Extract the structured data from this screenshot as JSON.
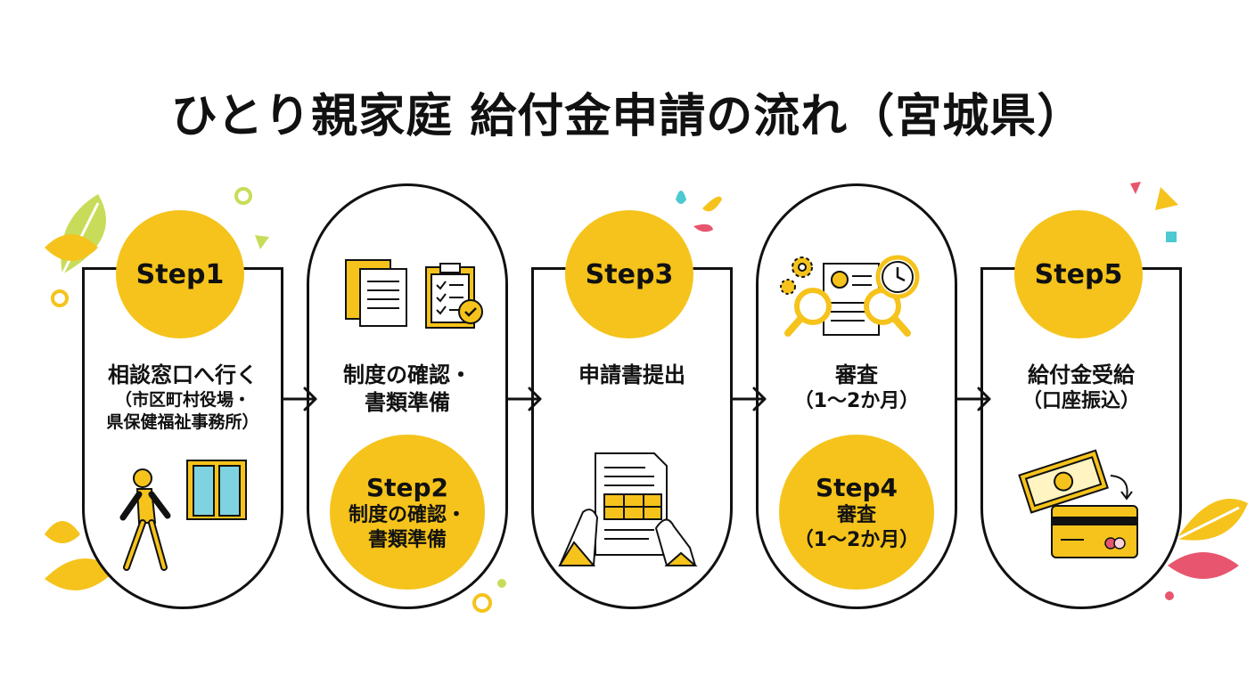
{
  "title": "ひとり親家庭 給付金申請の流れ（宮城県）",
  "colors": {
    "accent": "#f5c31b",
    "line": "#111111",
    "teal": "#4cc9d1",
    "pink": "#e7566e",
    "leaf": "#c9dc5a"
  },
  "steps": [
    {
      "label": "Step1",
      "text": "相談窓口へ行く",
      "note_lines": [
        "（市区町村役場・",
        "県保健福祉事務所）"
      ],
      "icons": [
        "walking-person-icon",
        "door-icon"
      ]
    },
    {
      "label": "Step2",
      "text_lines": [
        "制度の確認・",
        "書類準備"
      ],
      "badge_lines": [
        "制度の確認・",
        "書類準備"
      ],
      "icons": [
        "documents-icon",
        "checklist-clipboard-icon"
      ]
    },
    {
      "label": "Step3",
      "text": "申請書提出",
      "icons": [
        "application-form-hands-icon"
      ]
    },
    {
      "label": "Step4",
      "text": "審査",
      "note": "（1〜2か月）",
      "badge_lines": [
        "審査",
        "（1〜2か月）"
      ],
      "icons": [
        "gears-icon",
        "magnifier-report-icon",
        "clock-icon"
      ]
    },
    {
      "label": "Step5",
      "text": "給付金受給",
      "note": "（口座振込）",
      "icons": [
        "banknote-icon",
        "bank-card-icon"
      ]
    }
  ]
}
